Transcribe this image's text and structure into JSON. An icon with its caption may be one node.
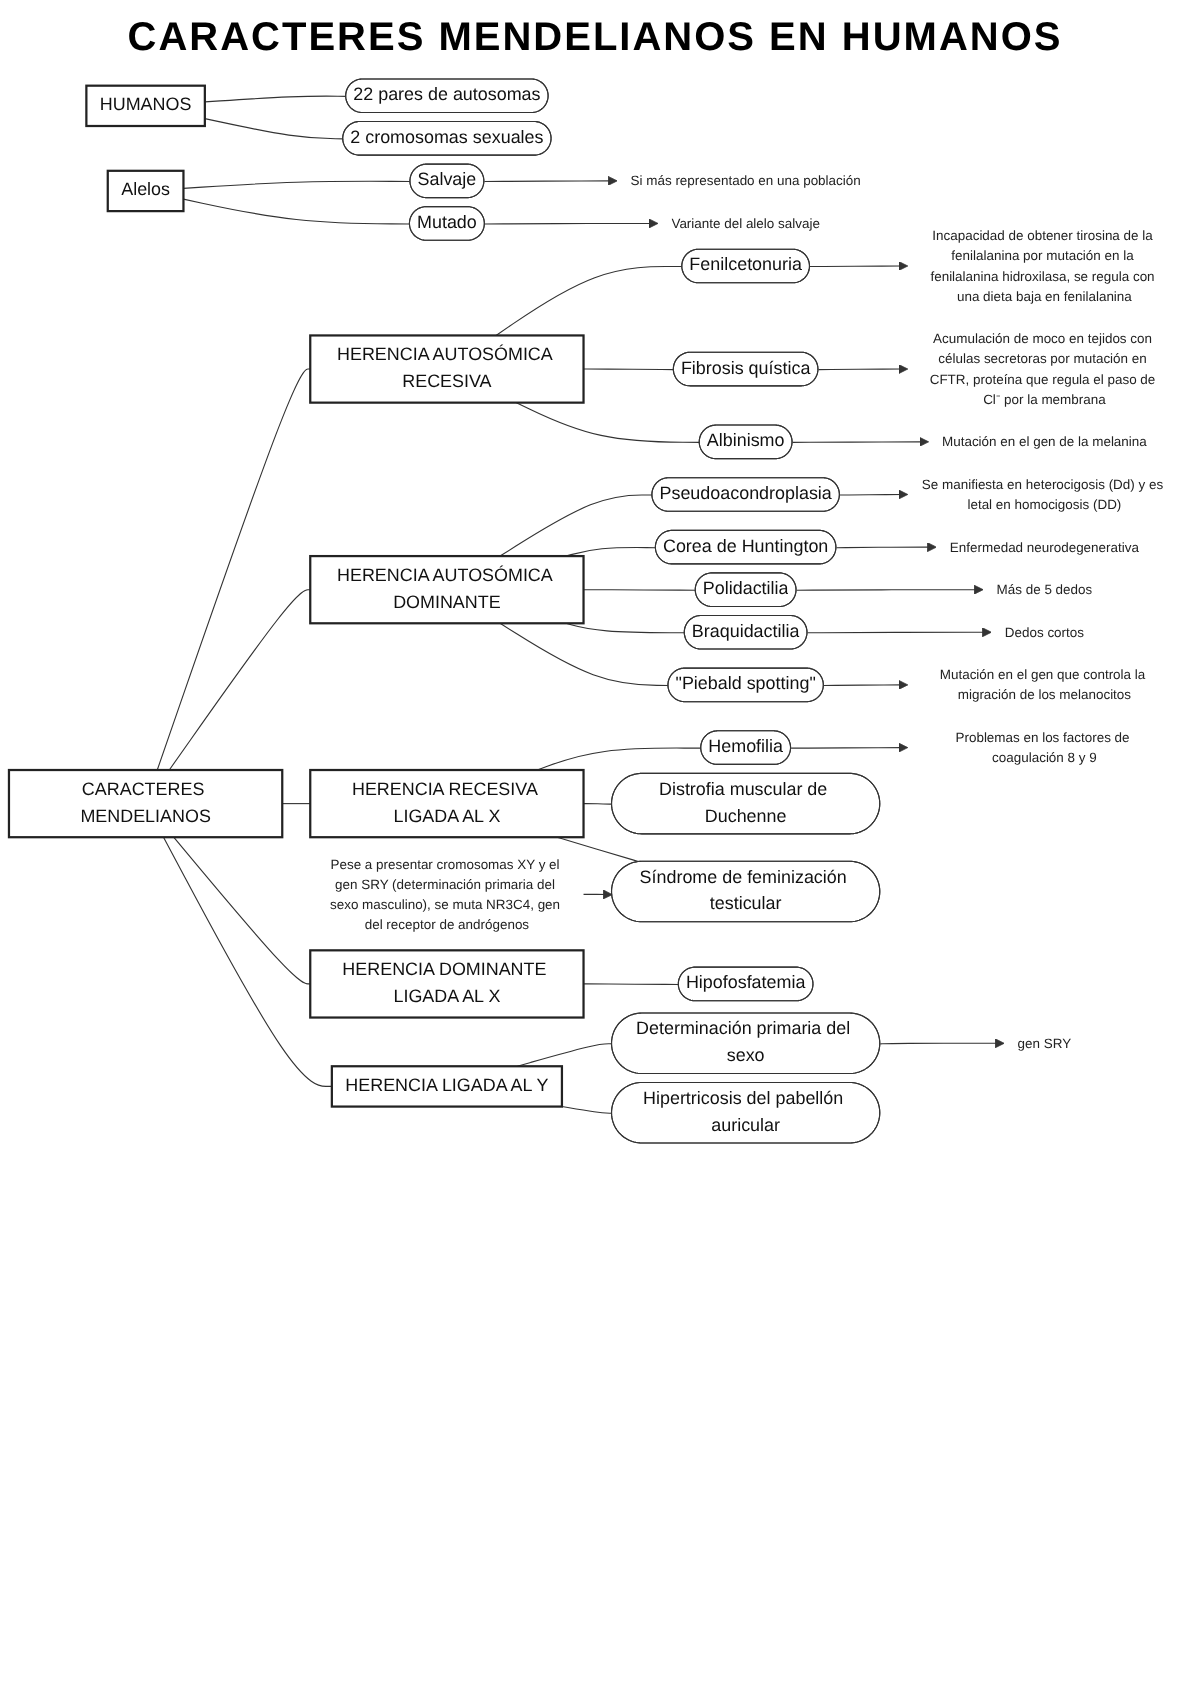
{
  "diagram": {
    "title": "CARACTERES MENDELIANOS EN HUMANOS",
    "nodes": [
      {
        "text": [
          "HUMANOS"
        ]
      },
      {
        "text": [
          "22 pares de autosomas"
        ]
      },
      {
        "text": [
          "2 cromosomas sexuales"
        ]
      },
      {
        "text": [
          "Alelos"
        ]
      },
      {
        "text": [
          "Salvaje"
        ]
      },
      {
        "text": [
          "Mutado"
        ]
      },
      {
        "text": [
          "Si más representado en una población"
        ]
      },
      {
        "text": [
          "Variante del alelo salvaje"
        ]
      },
      {
        "text": [
          "CARACTERES MENDELIANOS"
        ]
      },
      {
        "text": [
          "HERENCIA AUTOSÓMICA RECESIVA"
        ]
      },
      {
        "text": [
          "Fenilcetonuria"
        ]
      },
      {
        "text": [
          "Incapacidad de obtener tirosina de la fenilalanina por mutación en la fenilalanina hidroxilasa, se regula con una dieta baja en fenilalanina"
        ]
      },
      {
        "text": [
          "Fibrosis quística"
        ]
      },
      {
        "text": [
          "Acumulación de moco en tejidos con células secretoras por mutación en CFTR, proteína que regula el paso de Cl⁻ por la membrana"
        ]
      },
      {
        "text": [
          "Albinismo"
        ]
      },
      {
        "text": [
          "Mutación en el gen de la melanina"
        ]
      },
      {
        "text": [
          "HERENCIA AUTOSÓMICA DOMINANTE"
        ]
      },
      {
        "text": [
          "Pseudoacondroplasia"
        ]
      },
      {
        "text": [
          "Se manifiesta en heterocigosis (Dd) y es letal en homocigosis (DD)"
        ]
      },
      {
        "text": [
          "Corea de Huntington"
        ]
      },
      {
        "text": [
          "Enfermedad neurodegenerativa"
        ]
      },
      {
        "text": [
          "Polidactilia"
        ]
      },
      {
        "text": [
          "Más de 5 dedos"
        ]
      },
      {
        "text": [
          "Braquidactilia"
        ]
      },
      {
        "text": [
          "Dedos cortos"
        ]
      },
      {
        "text": [
          "\"Piebald spotting\""
        ]
      },
      {
        "text": [
          "Mutación en el gen que controla la migración de los melanocitos"
        ]
      },
      {
        "text": [
          "HERENCIA RECESIVA LIGADA AL X"
        ]
      },
      {
        "text": [
          "Hemofilia"
        ]
      },
      {
        "text": [
          "Problemas en los factores de coagulación 8 y 9"
        ]
      },
      {
        "text": [
          "Distrofia muscular de Duchenne"
        ]
      },
      {
        "text": [
          "Síndrome de feminización testicular"
        ]
      },
      {
        "text": [
          "Pese a presentar cromosomas XY y el gen SRY (determinación primaria del sexo masculino), se muta NR3C4, gen del receptor de andrógenos"
        ]
      },
      {
        "text": [
          "HERENCIA DOMINANTE LIGADA AL X"
        ]
      },
      {
        "text": [
          "Hipofosfatemia"
        ]
      },
      {
        "text": [
          "HERENCIA LIGADA AL Y"
        ]
      },
      {
        "text": [
          "Determinación primaria del sexo"
        ]
      },
      {
        "text": [
          "gen SRY"
        ]
      },
      {
        "text": [
          "Hipertricosis del pabellón auricular"
        ]
      }
    ],
    "edges": [
      {
        "from": 0,
        "to": 1,
        "arrow": "none"
      },
      {
        "from": 0,
        "to": 2,
        "arrow": "none"
      },
      {
        "from": 3,
        "to": 4,
        "arrow": "none"
      },
      {
        "from": 3,
        "to": 5,
        "arrow": "none"
      },
      {
        "from": 4,
        "to": 6,
        "arrow": "to"
      },
      {
        "from": 5,
        "to": 7,
        "arrow": "to"
      },
      {
        "from": 8,
        "to": 9,
        "arrow": "none"
      },
      {
        "from": 9,
        "to": 10,
        "arrow": "none"
      },
      {
        "from": 10,
        "to": 11,
        "arrow": "to"
      },
      {
        "from": 9,
        "to": 12,
        "arrow": "none"
      },
      {
        "from": 12,
        "to": 13,
        "arrow": "to"
      },
      {
        "from": 9,
        "to": 14,
        "arrow": "none"
      },
      {
        "from": 14,
        "to": 15,
        "arrow": "to"
      },
      {
        "from": 8,
        "to": 16,
        "arrow": "none"
      },
      {
        "from": 16,
        "to": 17,
        "arrow": "none"
      },
      {
        "from": 17,
        "to": 18,
        "arrow": "to"
      },
      {
        "from": 16,
        "to": 19,
        "arrow": "none"
      },
      {
        "from": 19,
        "to": 20,
        "arrow": "to"
      },
      {
        "from": 16,
        "to": 21,
        "arrow": "none"
      },
      {
        "from": 21,
        "to": 22,
        "arrow": "to"
      },
      {
        "from": 16,
        "to": 23,
        "arrow": "none"
      },
      {
        "from": 23,
        "to": 24,
        "arrow": "to"
      },
      {
        "from": 16,
        "to": 25,
        "arrow": "none"
      },
      {
        "from": 25,
        "to": 26,
        "arrow": "to"
      },
      {
        "from": 8,
        "to": 27,
        "arrow": "none"
      },
      {
        "from": 27,
        "to": 28,
        "arrow": "none"
      },
      {
        "from": 28,
        "to": 29,
        "arrow": "to"
      },
      {
        "from": 27,
        "to": 30,
        "arrow": "none"
      },
      {
        "from": 27,
        "to": 31,
        "arrow": "none"
      },
      {
        "from": 32,
        "to": 31,
        "arrow": "to"
      },
      {
        "from": 8,
        "to": 33,
        "arrow": "none"
      },
      {
        "from": 33,
        "to": 34,
        "arrow": "none"
      },
      {
        "from": 8,
        "to": 35,
        "arrow": "none"
      },
      {
        "from": 35,
        "to": 36,
        "arrow": "none"
      },
      {
        "from": 36,
        "to": 37,
        "arrow": "to"
      },
      {
        "from": 35,
        "to": 38,
        "arrow": "none"
      }
    ]
  }
}
